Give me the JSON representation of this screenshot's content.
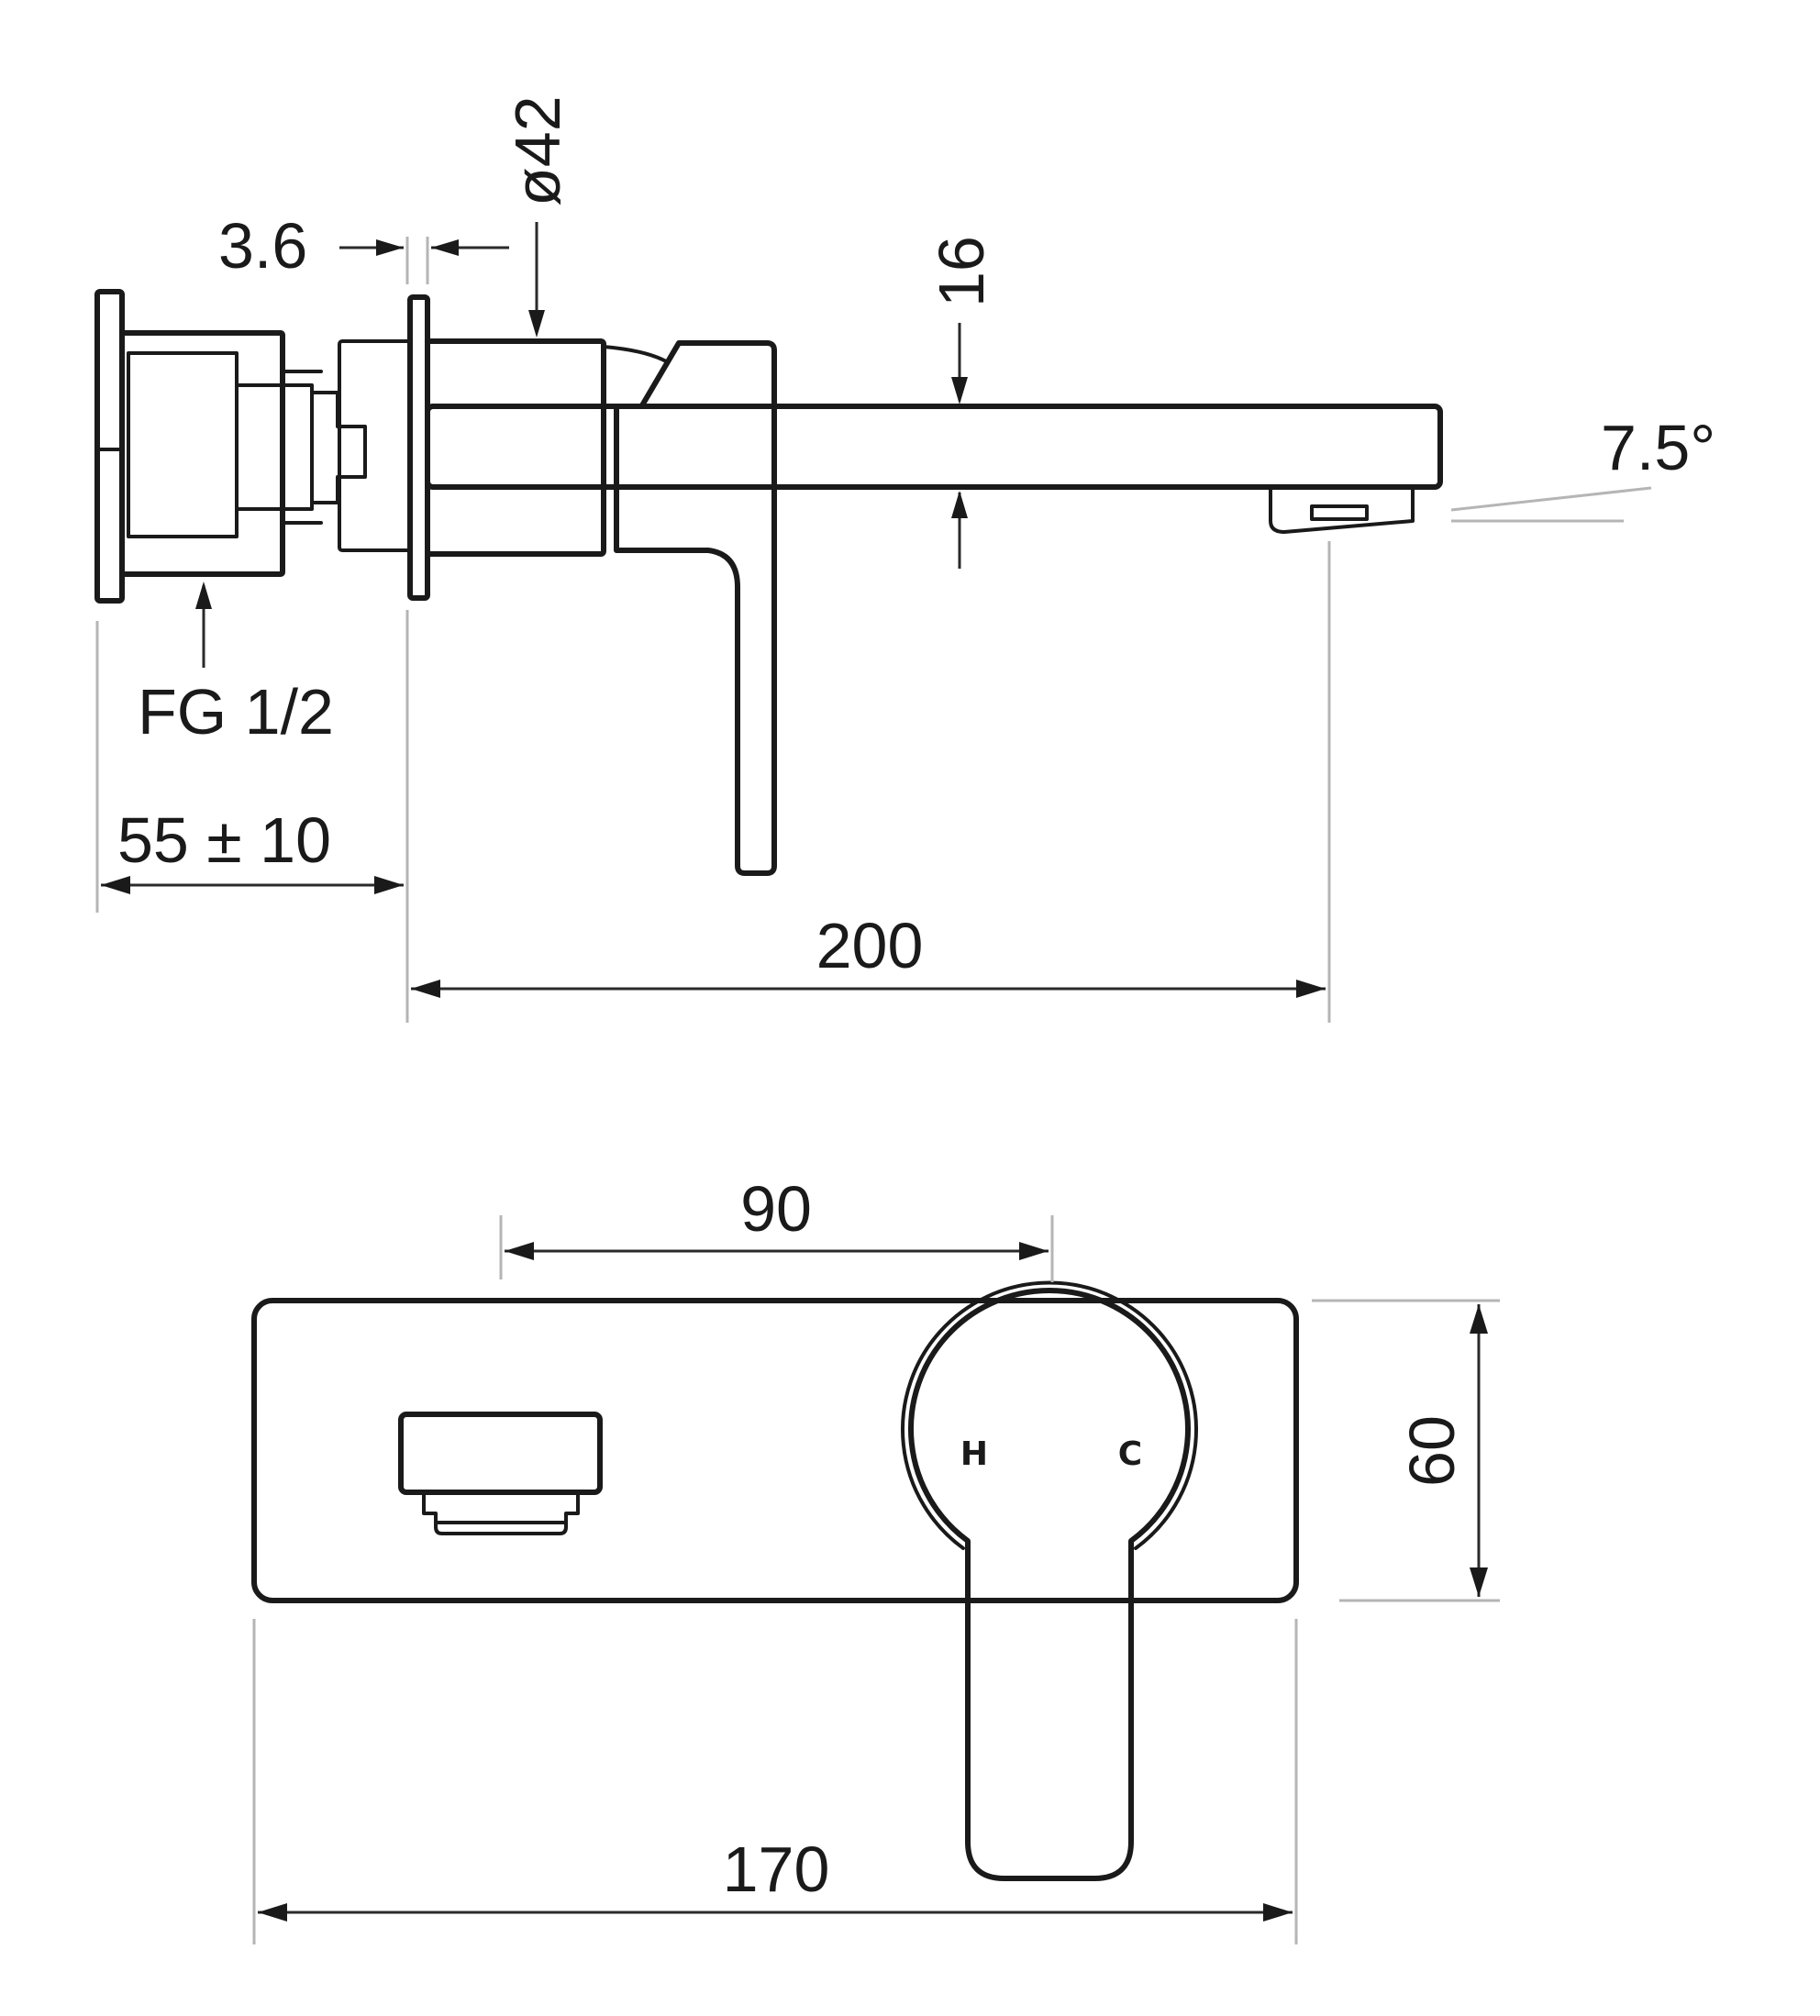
{
  "side_view": {
    "dim_flange_thickness": "3.6",
    "dim_diameter": "ø42",
    "dim_spout_height": "16",
    "dim_angle": "7.5°",
    "thread_label": "FG 1/2",
    "dim_depth_adjust": "55 ± 10",
    "dim_spout_reach": "200"
  },
  "front_view": {
    "dim_outlet_spacing": "90",
    "dim_plate_height": "60",
    "dim_plate_width": "170",
    "hot_mark": "H",
    "cold_mark": "C"
  }
}
